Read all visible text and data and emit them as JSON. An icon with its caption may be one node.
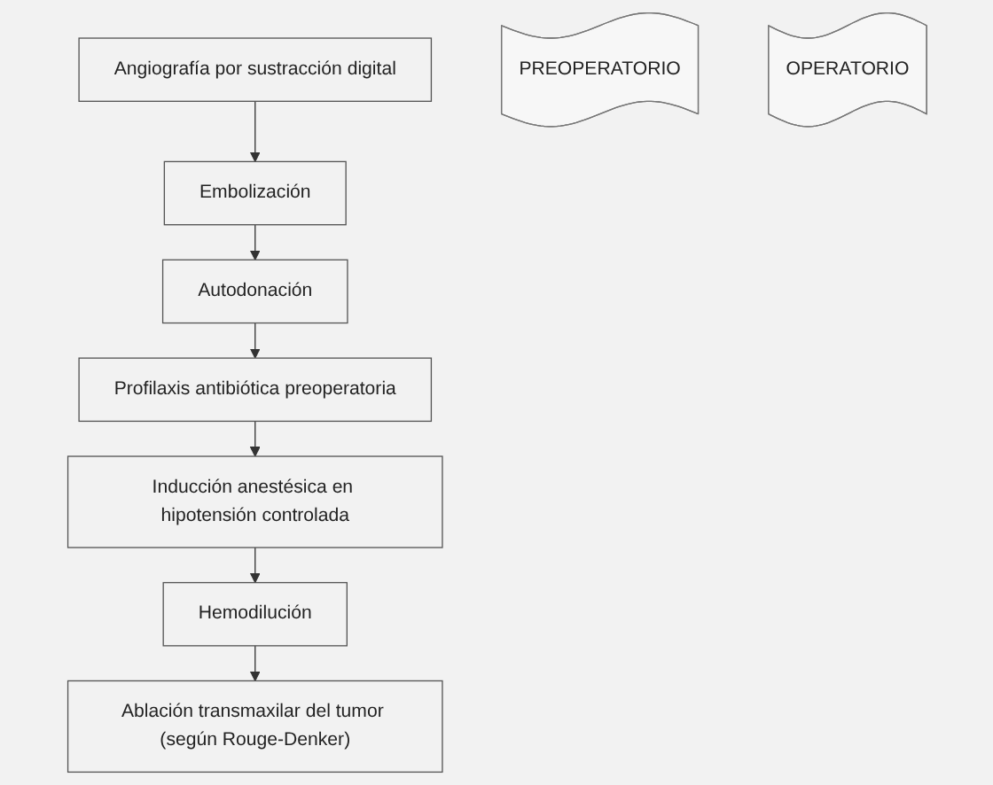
{
  "diagram": {
    "nodes": [
      {
        "text": [
          "Angiografía por sustracción digital"
        ]
      },
      {
        "text": [
          "Embolización"
        ]
      },
      {
        "text": [
          "Autodonación"
        ]
      },
      {
        "text": [
          "Profilaxis antibiótica preoperatoria"
        ]
      },
      {
        "text": [
          "Inducción anestésica en hipotensión controlada"
        ]
      },
      {
        "text": [
          "Hemodilución"
        ]
      },
      {
        "text": [
          "Ablación transmaxilar del tumor (según Rouge-Denker)"
        ]
      },
      {
        "text": [
          "PREOPERATORIO"
        ]
      },
      {
        "text": [
          "OPERATORIO"
        ]
      }
    ],
    "edges": [
      {
        "from": 0,
        "to": 1,
        "arrow": "to"
      },
      {
        "from": 1,
        "to": 2,
        "arrow": "to"
      },
      {
        "from": 2,
        "to": 3,
        "arrow": "to"
      },
      {
        "from": 3,
        "to": 4,
        "arrow": "to"
      },
      {
        "from": 4,
        "to": 5,
        "arrow": "to"
      },
      {
        "from": 5,
        "to": 6,
        "arrow": "to"
      }
    ]
  }
}
